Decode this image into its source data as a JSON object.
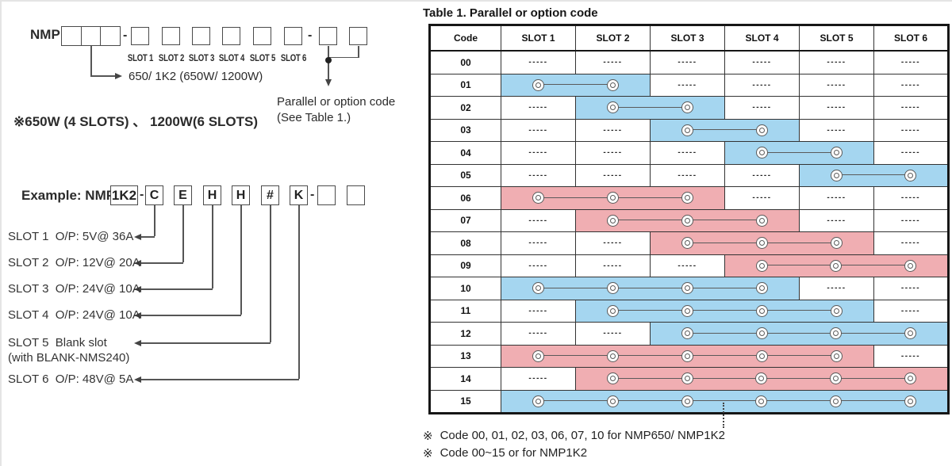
{
  "left_diagram": {
    "model_prefix": "NMP",
    "dash": "-",
    "slot_labels": [
      "SLOT 1",
      "SLOT 2",
      "SLOT 3",
      "SLOT 4",
      "SLOT 5",
      "SLOT 6"
    ],
    "wattage_callout": "650/ 1K2 (650W/ 1200W)",
    "wattage_note": "※650W (4 SLOTS) 、 1200W(6 SLOTS)",
    "parallel_callout": {
      "line1": "Parallel or option code",
      "line2": "(See Table 1.)"
    },
    "example": {
      "label": "Example: NMP",
      "wattage_code": "1K2",
      "slot_codes": [
        "C",
        "E",
        "H",
        "H",
        "#",
        "K"
      ]
    },
    "slot_descriptions": [
      {
        "line1": "SLOT 1  O/P: 5V@ 36A"
      },
      {
        "line1": "SLOT 2  O/P: 12V@ 20A"
      },
      {
        "line1": "SLOT 3  O/P: 24V@ 10A"
      },
      {
        "line1": "SLOT 4  O/P: 24V@ 10A"
      },
      {
        "line1": "SLOT 5  Blank slot",
        "line2": "(with BLANK-NMS240)"
      },
      {
        "line1": "SLOT 6  O/P: 48V@ 5A"
      }
    ]
  },
  "table": {
    "title": "Table 1. Parallel or option code",
    "columns": [
      "Code",
      "SLOT 1",
      "SLOT 2",
      "SLOT 3",
      "SLOT 4",
      "SLOT 5",
      "SLOT 6"
    ],
    "empty_cell": "-----",
    "note_marker": "※",
    "colors": {
      "blue": "#a5d6f0",
      "pink": "#f0aeb2"
    },
    "rows": [
      {
        "code": "00",
        "span": null
      },
      {
        "code": "01",
        "span": {
          "start": 1,
          "end": 2,
          "color": "blue"
        }
      },
      {
        "code": "02",
        "span": {
          "start": 2,
          "end": 3,
          "color": "blue"
        }
      },
      {
        "code": "03",
        "span": {
          "start": 3,
          "end": 4,
          "color": "blue"
        }
      },
      {
        "code": "04",
        "span": {
          "start": 4,
          "end": 5,
          "color": "blue"
        }
      },
      {
        "code": "05",
        "span": {
          "start": 5,
          "end": 6,
          "color": "blue"
        },
        "group_end": true
      },
      {
        "code": "06",
        "span": {
          "start": 1,
          "end": 3,
          "color": "pink"
        }
      },
      {
        "code": "07",
        "span": {
          "start": 2,
          "end": 4,
          "color": "pink"
        }
      },
      {
        "code": "08",
        "span": {
          "start": 3,
          "end": 5,
          "color": "pink"
        }
      },
      {
        "code": "09",
        "span": {
          "start": 4,
          "end": 6,
          "color": "pink"
        },
        "group_end": true
      },
      {
        "code": "10",
        "span": {
          "start": 1,
          "end": 4,
          "color": "blue"
        }
      },
      {
        "code": "11",
        "span": {
          "start": 2,
          "end": 5,
          "color": "blue"
        }
      },
      {
        "code": "12",
        "span": {
          "start": 3,
          "end": 6,
          "color": "blue"
        },
        "group_end": true
      },
      {
        "code": "13",
        "span": {
          "start": 1,
          "end": 5,
          "color": "pink"
        }
      },
      {
        "code": "14",
        "span": {
          "start": 2,
          "end": 6,
          "color": "pink"
        },
        "group_end": true
      },
      {
        "code": "15",
        "span": {
          "start": 1,
          "end": 6,
          "color": "blue"
        }
      }
    ],
    "notes": [
      "Code 00, 01, 02, 03, 06, 07, 10 for NMP650/ NMP1K2",
      "Code 00~15 or for NMP1K2"
    ]
  }
}
